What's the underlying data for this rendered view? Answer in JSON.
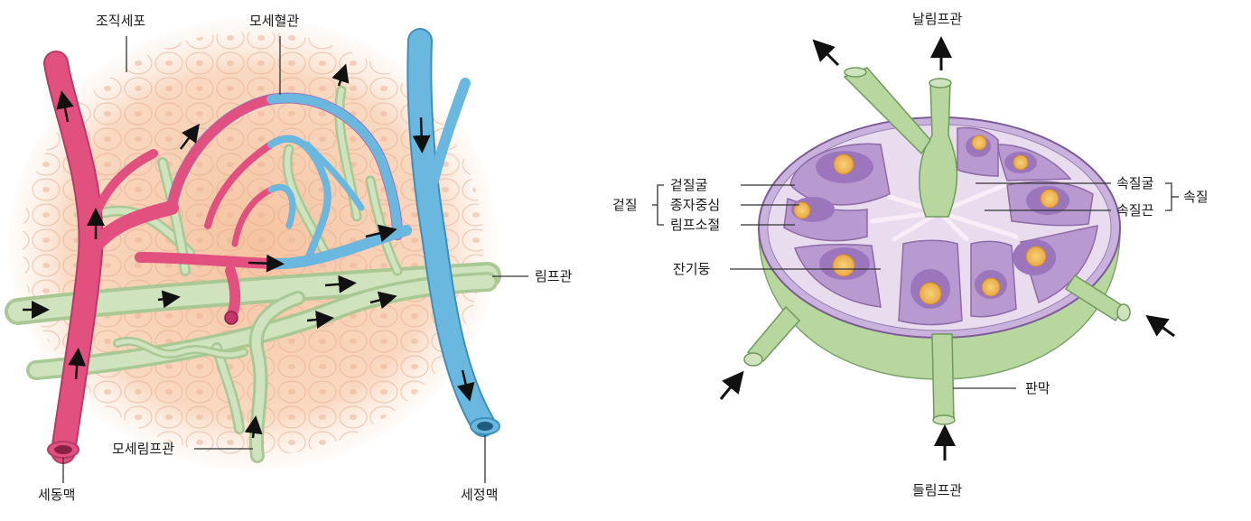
{
  "left_diagram": {
    "labels": {
      "tissue_cells": "조직세포",
      "blood_capillary": "모세혈관",
      "lymph_vessel": "림프관",
      "lymph_capillary": "모세림프관",
      "arteriole": "세동맥",
      "venule": "세정맥"
    }
  },
  "right_diagram": {
    "labels": {
      "efferent_vessel": "날림프관",
      "afferent_vessel": "들림프관",
      "capsule": "판막",
      "trabecula": "잔기둥",
      "cortex": "겉질",
      "cortical_sinus": "겉질굴",
      "germinal_center": "종자중심",
      "lymph_nodule": "림프소절",
      "medulla": "속질",
      "medullary_sinus": "속질굴",
      "medullary_cord": "속질끈"
    }
  },
  "colors": {
    "artery": "#e2507f",
    "vein": "#6ab8df",
    "lymph": "#bcd7a8",
    "tissue": "#f7c9a8",
    "node_purple": "#b99ad0",
    "germinal": "#f3b85f"
  }
}
